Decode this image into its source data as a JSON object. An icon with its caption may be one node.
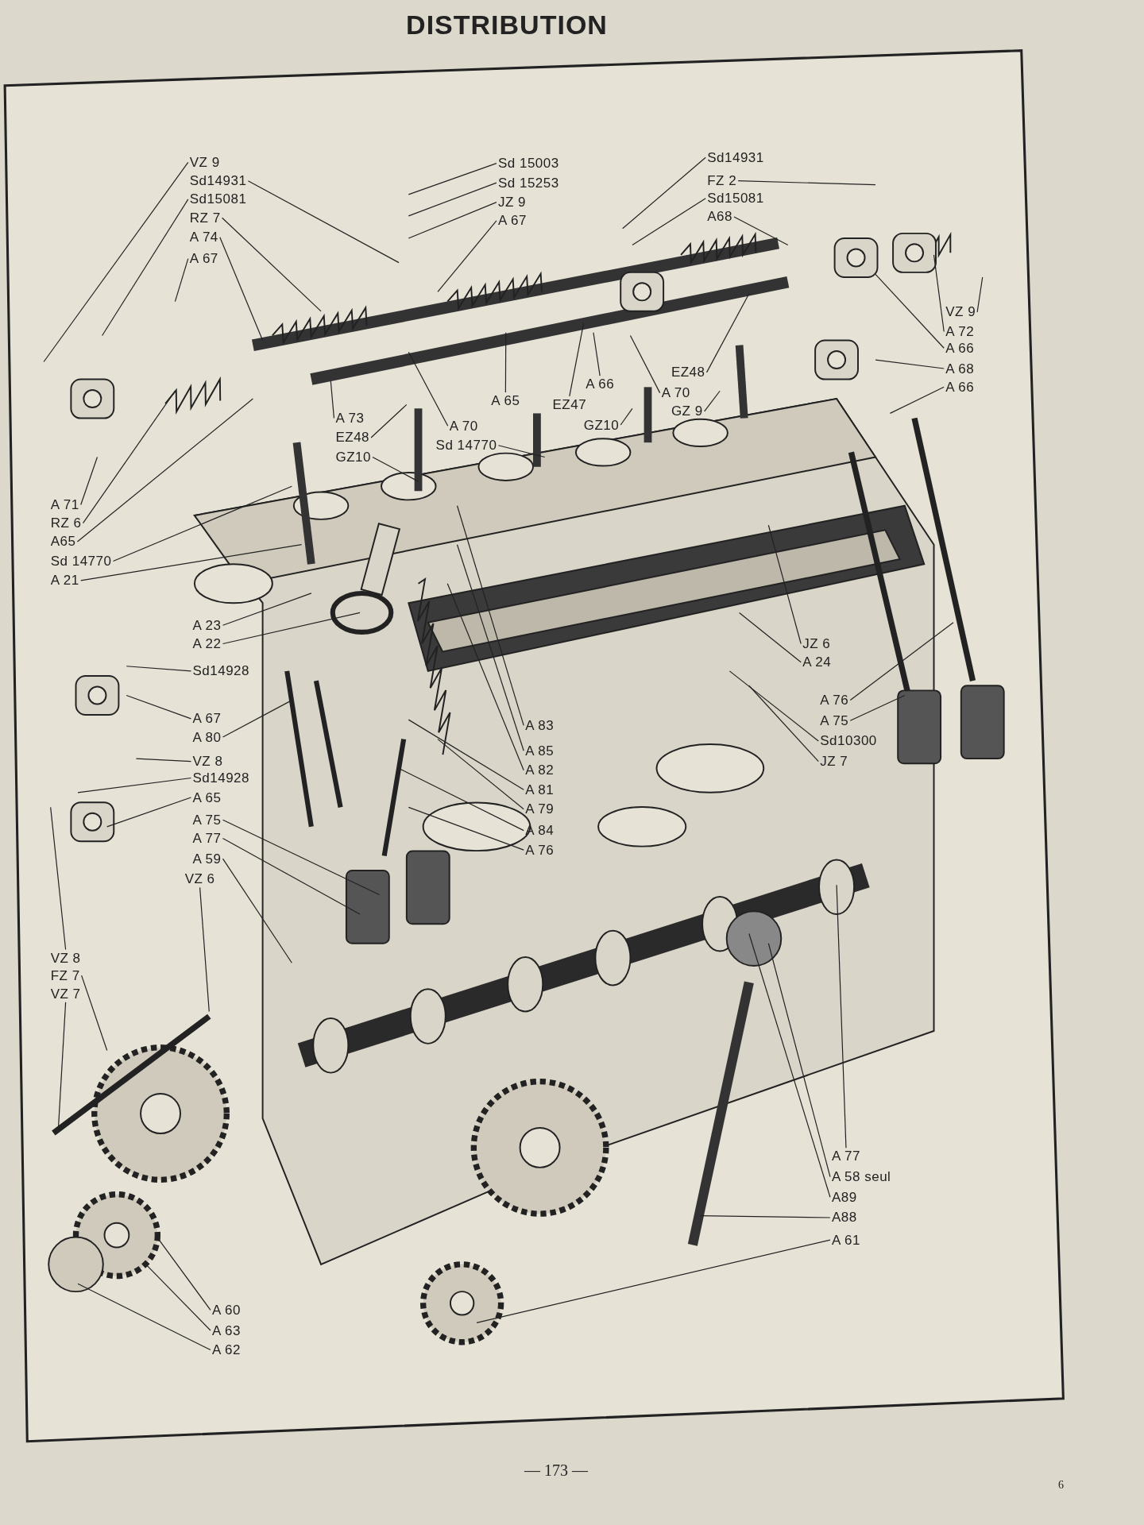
{
  "diagram": {
    "title": "DISTRIBUTION",
    "nodes": [
      {
        "text": [
          "VZ 9"
        ]
      },
      {
        "text": [
          "Sd14931"
        ]
      },
      {
        "text": [
          "Sd15081"
        ]
      },
      {
        "text": [
          "RZ 7"
        ]
      },
      {
        "text": [
          "A 74"
        ]
      },
      {
        "text": [
          "A 67"
        ]
      },
      {
        "text": [
          "Sd 15003"
        ]
      },
      {
        "text": [
          "Sd 15253"
        ]
      },
      {
        "text": [
          "JZ 9"
        ]
      },
      {
        "text": [
          "A 67"
        ]
      },
      {
        "text": [
          "Sd14931"
        ]
      },
      {
        "text": [
          "FZ 2"
        ]
      },
      {
        "text": [
          "Sd15081"
        ]
      },
      {
        "text": [
          "A68"
        ]
      },
      {
        "text": [
          "A 73"
        ]
      },
      {
        "text": [
          "EZ48"
        ]
      },
      {
        "text": [
          "GZ10"
        ]
      },
      {
        "text": [
          "Sd 14770"
        ]
      },
      {
        "text": [
          "A 70"
        ]
      },
      {
        "text": [
          "A 65"
        ]
      },
      {
        "text": [
          "A 66"
        ]
      },
      {
        "text": [
          "EZ47"
        ]
      },
      {
        "text": [
          "GZ10"
        ]
      },
      {
        "text": [
          "A 70"
        ]
      },
      {
        "text": [
          "EZ48"
        ]
      },
      {
        "text": [
          "GZ 9"
        ]
      },
      {
        "text": [
          "VZ 9"
        ]
      },
      {
        "text": [
          "A 72"
        ]
      },
      {
        "text": [
          "A 66"
        ]
      },
      {
        "text": [
          "A 68"
        ]
      },
      {
        "text": [
          "A 66"
        ]
      },
      {
        "text": [
          "A 71"
        ]
      },
      {
        "text": [
          "RZ 6"
        ]
      },
      {
        "text": [
          "A65"
        ]
      },
      {
        "text": [
          "Sd 14770"
        ]
      },
      {
        "text": [
          "A 21"
        ]
      },
      {
        "text": [
          "A 23"
        ]
      },
      {
        "text": [
          "A 22"
        ]
      },
      {
        "text": [
          "Sd14928"
        ]
      },
      {
        "text": [
          "A 67"
        ]
      },
      {
        "text": [
          "A 80"
        ]
      },
      {
        "text": [
          "VZ 8"
        ]
      },
      {
        "text": [
          "Sd14928"
        ]
      },
      {
        "text": [
          "A 65"
        ]
      },
      {
        "text": [
          "A 75"
        ]
      },
      {
        "text": [
          "A 77"
        ]
      },
      {
        "text": [
          "A 59"
        ]
      },
      {
        "text": [
          "VZ 6"
        ]
      },
      {
        "text": [
          "VZ 8"
        ]
      },
      {
        "text": [
          "FZ 7"
        ]
      },
      {
        "text": [
          "VZ 7"
        ]
      },
      {
        "text": [
          "A 60"
        ]
      },
      {
        "text": [
          "A 63"
        ]
      },
      {
        "text": [
          "A 62"
        ]
      },
      {
        "text": [
          "JZ 6"
        ]
      },
      {
        "text": [
          "A 24"
        ]
      },
      {
        "text": [
          "A 76"
        ]
      },
      {
        "text": [
          "A 75"
        ]
      },
      {
        "text": [
          "Sd10300"
        ]
      },
      {
        "text": [
          "JZ 7"
        ]
      },
      {
        "text": [
          "A 83"
        ]
      },
      {
        "text": [
          "A 85"
        ]
      },
      {
        "text": [
          "A 82"
        ]
      },
      {
        "text": [
          "A 81"
        ]
      },
      {
        "text": [
          "A 79"
        ]
      },
      {
        "text": [
          "A 84"
        ]
      },
      {
        "text": [
          "A 76"
        ]
      },
      {
        "text": [
          "A 77"
        ]
      },
      {
        "text": [
          "A 58 seul"
        ]
      },
      {
        "text": [
          "A89"
        ]
      },
      {
        "text": [
          "A88"
        ]
      },
      {
        "text": [
          "A 61"
        ]
      }
    ],
    "edges": [
      {
        "from": 0,
        "to": null,
        "arrow": "none"
      },
      {
        "from": 1,
        "to": null,
        "arrow": "none"
      },
      {
        "from": 2,
        "to": null,
        "arrow": "none"
      },
      {
        "from": 3,
        "to": null,
        "arrow": "none"
      },
      {
        "from": 4,
        "to": null,
        "arrow": "none"
      },
      {
        "from": 5,
        "to": null,
        "arrow": "none"
      },
      {
        "from": 6,
        "to": null,
        "arrow": "none"
      },
      {
        "from": 7,
        "to": null,
        "arrow": "none"
      },
      {
        "from": 8,
        "to": null,
        "arrow": "none"
      },
      {
        "from": 9,
        "to": null,
        "arrow": "none"
      },
      {
        "from": 10,
        "to": null,
        "arrow": "none"
      },
      {
        "from": 11,
        "to": null,
        "arrow": "none"
      },
      {
        "from": 12,
        "to": null,
        "arrow": "none"
      },
      {
        "from": 13,
        "to": null,
        "arrow": "none"
      },
      {
        "from": 14,
        "to": null,
        "arrow": "none"
      },
      {
        "from": 15,
        "to": null,
        "arrow": "none"
      },
      {
        "from": 16,
        "to": null,
        "arrow": "none"
      },
      {
        "from": 17,
        "to": null,
        "arrow": "none"
      },
      {
        "from": 18,
        "to": null,
        "arrow": "none"
      },
      {
        "from": 19,
        "to": null,
        "arrow": "none"
      },
      {
        "from": 20,
        "to": null,
        "arrow": "none"
      },
      {
        "from": 21,
        "to": null,
        "arrow": "none"
      },
      {
        "from": 22,
        "to": null,
        "arrow": "none"
      },
      {
        "from": 23,
        "to": null,
        "arrow": "none"
      },
      {
        "from": 24,
        "to": null,
        "arrow": "none"
      },
      {
        "from": 25,
        "to": null,
        "arrow": "none"
      },
      {
        "from": 26,
        "to": null,
        "arrow": "none"
      },
      {
        "from": 27,
        "to": null,
        "arrow": "none"
      },
      {
        "from": 28,
        "to": null,
        "arrow": "none"
      },
      {
        "from": 29,
        "to": null,
        "arrow": "none"
      },
      {
        "from": 30,
        "to": null,
        "arrow": "none"
      },
      {
        "from": 31,
        "to": null,
        "arrow": "none"
      },
      {
        "from": 32,
        "to": null,
        "arrow": "none"
      },
      {
        "from": 33,
        "to": null,
        "arrow": "none"
      },
      {
        "from": 34,
        "to": null,
        "arrow": "none"
      },
      {
        "from": 35,
        "to": null,
        "arrow": "none"
      },
      {
        "from": 36,
        "to": null,
        "arrow": "none"
      },
      {
        "from": 37,
        "to": null,
        "arrow": "none"
      },
      {
        "from": 38,
        "to": null,
        "arrow": "none"
      },
      {
        "from": 39,
        "to": null,
        "arrow": "none"
      },
      {
        "from": 40,
        "to": null,
        "arrow": "none"
      },
      {
        "from": 41,
        "to": null,
        "arrow": "none"
      },
      {
        "from": 42,
        "to": null,
        "arrow": "none"
      },
      {
        "from": 43,
        "to": null,
        "arrow": "none"
      },
      {
        "from": 44,
        "to": null,
        "arrow": "none"
      },
      {
        "from": 45,
        "to": null,
        "arrow": "none"
      },
      {
        "from": 46,
        "to": null,
        "arrow": "none"
      },
      {
        "from": 47,
        "to": null,
        "arrow": "none"
      },
      {
        "from": 48,
        "to": null,
        "arrow": "none"
      },
      {
        "from": 49,
        "to": null,
        "arrow": "none"
      },
      {
        "from": 50,
        "to": null,
        "arrow": "none"
      },
      {
        "from": 51,
        "to": null,
        "arrow": "none"
      },
      {
        "from": 52,
        "to": null,
        "arrow": "none"
      },
      {
        "from": 53,
        "to": null,
        "arrow": "none"
      },
      {
        "from": 54,
        "to": null,
        "arrow": "none"
      },
      {
        "from": 55,
        "to": null,
        "arrow": "none"
      },
      {
        "from": 56,
        "to": null,
        "arrow": "none"
      },
      {
        "from": 57,
        "to": null,
        "arrow": "none"
      },
      {
        "from": 58,
        "to": null,
        "arrow": "none"
      },
      {
        "from": 59,
        "to": null,
        "arrow": "none"
      },
      {
        "from": 60,
        "to": null,
        "arrow": "none"
      },
      {
        "from": 61,
        "to": null,
        "arrow": "none"
      },
      {
        "from": 62,
        "to": null,
        "arrow": "none"
      },
      {
        "from": 63,
        "to": null,
        "arrow": "none"
      },
      {
        "from": 64,
        "to": null,
        "arrow": "none"
      },
      {
        "from": 65,
        "to": null,
        "arrow": "none"
      },
      {
        "from": 66,
        "to": null,
        "arrow": "none"
      },
      {
        "from": 67,
        "to": null,
        "arrow": "none"
      },
      {
        "from": 68,
        "to": null,
        "arrow": "none"
      },
      {
        "from": 69,
        "to": null,
        "arrow": "none"
      },
      {
        "from": 70,
        "to": null,
        "arrow": "none"
      },
      {
        "from": 71,
        "to": null,
        "arrow": "none"
      }
    ],
    "labels": [
      "— 173 —",
      "6"
    ]
  }
}
